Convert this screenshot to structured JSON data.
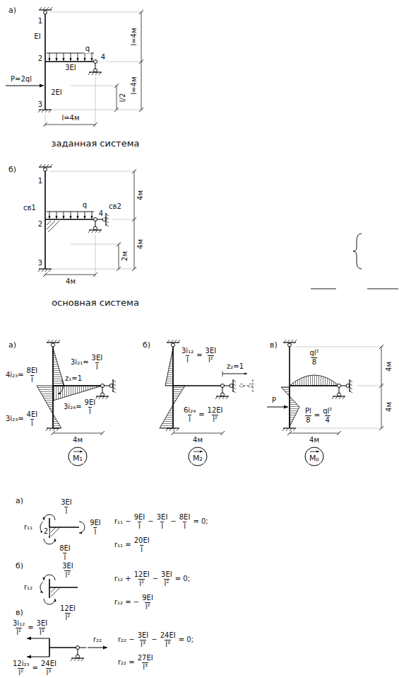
{
  "diagram": {
    "labels": [
      "а)",
      "1",
      "EI",
      "q",
      "2",
      "3EI",
      "4",
      "P=2ql",
      "2EI",
      "3",
      "l=4м",
      "l=4м",
      "l/2",
      "l=4м",
      "заданная система",
      "б)",
      "1",
      "св1",
      "2",
      "q",
      "св2",
      "4",
      "4м",
      "4м",
      "2м",
      "3",
      "4м",
      "основная система",
      "а)",
      "4i₂₃=",
      "8EI",
      "l",
      "3i₂₁=",
      "3EI",
      "l",
      "z₁=1",
      "3i₂₄=",
      "9EI",
      "l",
      "3i₂₃=",
      "4EI",
      "l",
      "4м",
      "M₁",
      "б)",
      "3i₁₂",
      "l",
      "=",
      "3EI",
      "l²",
      "z₂=1",
      "6i₂₄",
      "l",
      "=",
      "12EI",
      "l²",
      "4м",
      "M₂",
      "в)",
      "ql²",
      "8",
      "P",
      "Pl",
      "8",
      "=",
      "ql²",
      "4",
      "4м",
      "4м",
      "4м",
      "Mₚ",
      "а)",
      "3EI",
      "l",
      "r₁₁",
      "2",
      "9EI",
      "l",
      "8EI",
      "l",
      "r₁₁ −",
      "9EI",
      "l",
      "−",
      "3EI",
      "l",
      "−",
      "8EI",
      "l",
      "= 0;",
      "r₁₁ =",
      "20EI",
      "l",
      "б)",
      "3EI",
      "l²",
      "r₁₂",
      "12EI",
      "l²",
      "r₁₂ +",
      "12EI",
      "l²",
      "−",
      "3EI",
      "l²",
      "= 0;",
      "r₁₂ = −",
      "9EI",
      "l²",
      "в)",
      "3i₁₂",
      "l²",
      "=",
      "3EI",
      "l³",
      "r₂₂",
      "12i₂₃",
      "l²",
      "=",
      "24EI",
      "l³",
      "r₂₂ −",
      "3EI",
      "l³",
      "−",
      "24EI",
      "l³",
      "= 0;",
      "r₂₂ =",
      "27EI",
      "l³"
    ]
  }
}
